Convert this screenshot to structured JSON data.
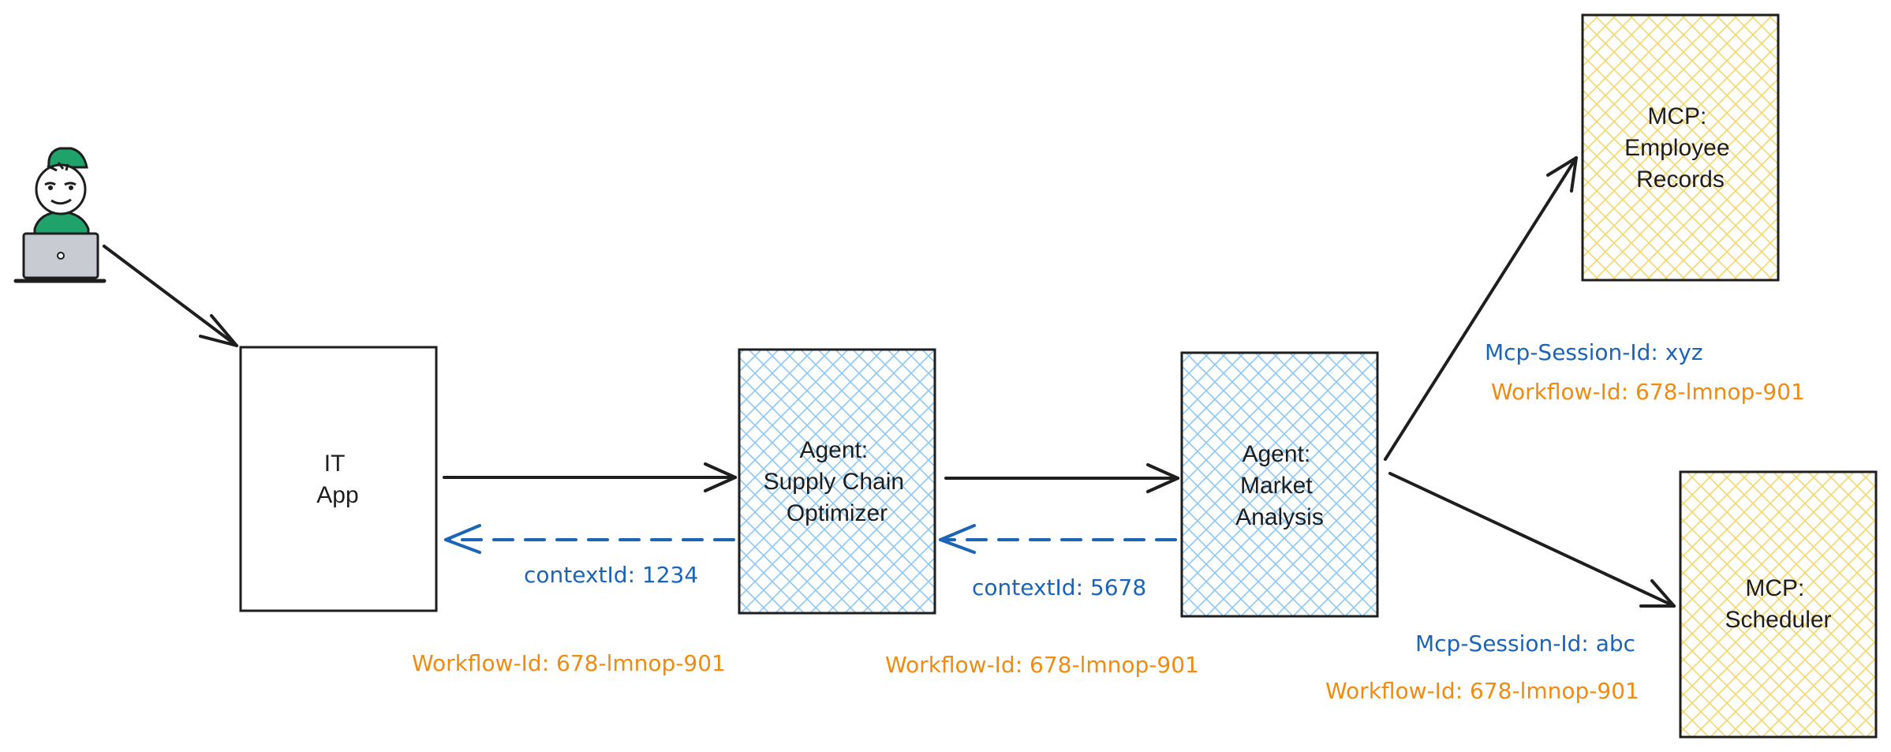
{
  "colors": {
    "agent_fill": "#a5d8ff",
    "mcp_fill": "#ffec99",
    "context_text": "#1c64b8",
    "workflow_text": "#ef8b11",
    "user_shirt": "#1fa36b",
    "laptop": "#c8ccd2",
    "stroke": "#1e1e1e"
  },
  "icons": {
    "user": "user-with-laptop-icon"
  },
  "nodes": {
    "it_app": {
      "lines": [
        "IT",
        "App"
      ]
    },
    "supply_chain": {
      "lines": [
        "Agent:",
        "Supply Chain",
        "Optimizer"
      ]
    },
    "market": {
      "lines": [
        "Agent:",
        "Market",
        "Analysis"
      ]
    },
    "employee": {
      "lines": [
        "MCP:",
        "Employee",
        "Records"
      ]
    },
    "scheduler": {
      "lines": [
        "MCP:",
        "Scheduler"
      ]
    }
  },
  "annotations": {
    "context_1": "contextId: 1234",
    "context_2": "contextId: 5678",
    "workflow_1": "Workflow-Id: 678-lmnop-901",
    "workflow_2": "Workflow-Id: 678-lmnop-901",
    "session_employee": "Mcp-Session-Id: xyz",
    "workflow_employee": "Workflow-Id: 678-lmnop-901",
    "session_scheduler": "Mcp-Session-Id: abc",
    "workflow_scheduler": "Workflow-Id: 678-lmnop-901"
  }
}
